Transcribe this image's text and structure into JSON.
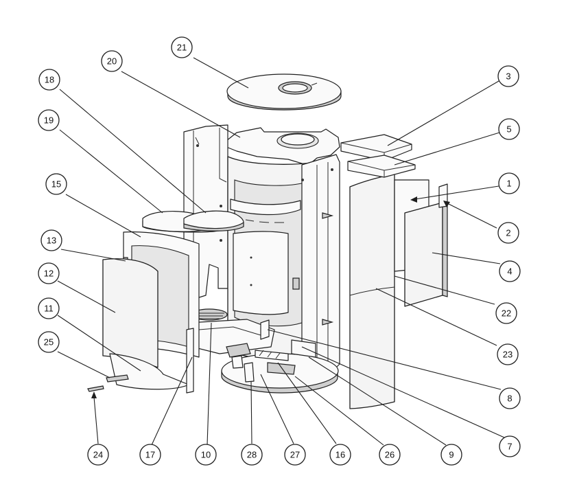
{
  "callouts": [
    {
      "id": "c1",
      "label": "1"
    },
    {
      "id": "c2",
      "label": "2"
    },
    {
      "id": "c3",
      "label": "3"
    },
    {
      "id": "c4",
      "label": "4"
    },
    {
      "id": "c5",
      "label": "5"
    },
    {
      "id": "c7",
      "label": "7"
    },
    {
      "id": "c8",
      "label": "8"
    },
    {
      "id": "c9",
      "label": "9"
    },
    {
      "id": "c10",
      "label": "10"
    },
    {
      "id": "c11",
      "label": "11"
    },
    {
      "id": "c12",
      "label": "12"
    },
    {
      "id": "c13",
      "label": "13"
    },
    {
      "id": "c15",
      "label": "15"
    },
    {
      "id": "c16",
      "label": "16"
    },
    {
      "id": "c17",
      "label": "17"
    },
    {
      "id": "c18",
      "label": "18"
    },
    {
      "id": "c19",
      "label": "19"
    },
    {
      "id": "c20",
      "label": "20"
    },
    {
      "id": "c21",
      "label": "21"
    },
    {
      "id": "c22",
      "label": "22"
    },
    {
      "id": "c23",
      "label": "23"
    },
    {
      "id": "c24",
      "label": "24"
    },
    {
      "id": "c25",
      "label": "25"
    },
    {
      "id": "c26",
      "label": "26"
    },
    {
      "id": "c27",
      "label": "27"
    },
    {
      "id": "c28",
      "label": "28"
    }
  ]
}
